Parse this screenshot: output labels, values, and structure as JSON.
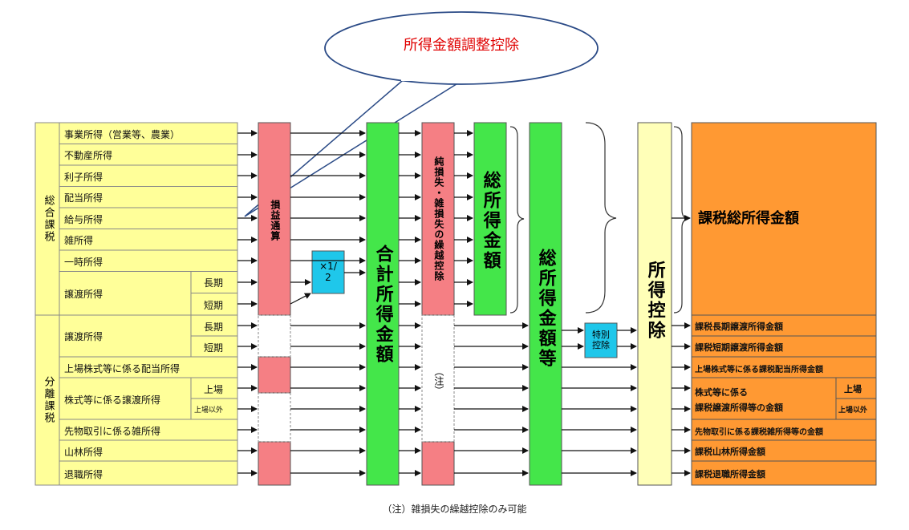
{
  "callout": "所得金額調整控除",
  "left_groups": {
    "sogo": "総合課税",
    "bunri": "分離課税"
  },
  "income_rows": [
    "事業所得（営業等、農業）",
    "不動産所得",
    "利子所得",
    "配当所得",
    "給与所得",
    "雑所得",
    "一時所得",
    "譲渡所得",
    "長期",
    "短期",
    "譲渡所得",
    "長期",
    "短期",
    "上場株式等に係る配当所得",
    "株式等に係る譲渡所得",
    "上場",
    "上場以外",
    "先物取引に係る雑所得",
    "山林所得",
    "退職所得"
  ],
  "boxes": {
    "sonekitsusan": "損益通算",
    "half": "×1/2",
    "gokei": "合計所得金額",
    "kurikoshi": "純損失・雑損失の繰越控除",
    "note_mark": "（注）",
    "so_shotoku": "総所得金額",
    "so_shotoku_to": "総所得金額等",
    "tokubetsu": "特別控除",
    "shotoku_kojo": "所得控除"
  },
  "taxable": {
    "main": "課税総所得金額",
    "rows": [
      "課税長期譲渡所得金額",
      "課税短期譲渡所得金額",
      "上場株式等に係る課税配当所得金額",
      "株式等に係る",
      "課税譲渡所得等の金額",
      "上場",
      "上場以外",
      "先物取引に係る課税雑所得等の金額",
      "課税山林所得金額",
      "課税退職所得金額"
    ]
  },
  "footnote": "（注）雑損失の繰越控除のみ可能",
  "colors": {
    "yellow": "#ffff99",
    "pink": "#f57f84",
    "green": "#44e64a",
    "cyan": "#1fc7ea",
    "orange": "#ff9933",
    "light_yellow": "#ffffb8",
    "callout_text": "#e00000",
    "callout_border": "#2a4a86"
  }
}
